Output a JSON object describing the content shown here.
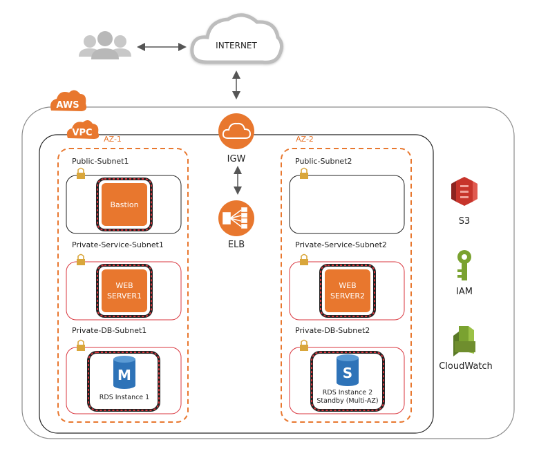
{
  "internet": {
    "label": "INTERNET"
  },
  "aws": {
    "label": "AWS"
  },
  "vpc": {
    "label": "VPC"
  },
  "igw": {
    "label": "IGW"
  },
  "elb": {
    "label": "ELB"
  },
  "az1": {
    "label": "AZ-1",
    "public_subnet": "Public-Subnet1",
    "service_subnet": "Private-Service-Subnet1",
    "db_subnet": "Private-DB-Subnet1",
    "bastion": "Bastion",
    "web_line1": "WEB",
    "web_line2": "SERVER1",
    "rds_line1": "RDS Instance 1",
    "rds_glyph": "M"
  },
  "az2": {
    "label": "AZ-2",
    "public_subnet": "Public-Subnet2",
    "service_subnet": "Private-Service-Subnet2",
    "db_subnet": "Private-DB-Subnet2",
    "web_line1": "WEB",
    "web_line2": "SERVER2",
    "rds_line1": "RDS Instance 2",
    "rds_line2": "Standby (Multi-AZ)",
    "rds_glyph": "S"
  },
  "services": {
    "s3": "S3",
    "iam": "IAM",
    "cloudwatch": "CloudWatch"
  },
  "colors": {
    "orange": "#e8772e",
    "subnet_private": "#d9363e",
    "s3": "#c7342b",
    "iam": "#7aa230",
    "cloudwatch": "#6f8e2e",
    "rds": "#2e73b8"
  }
}
